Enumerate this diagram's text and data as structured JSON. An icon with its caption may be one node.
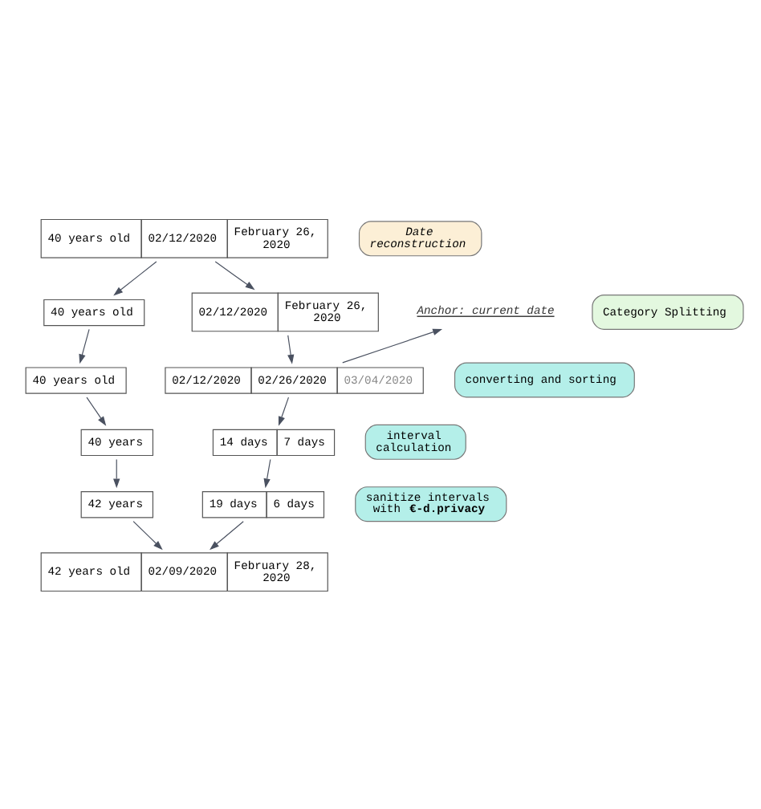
{
  "diagram": {
    "nodes": [
      {
        "text": [
          "40 years old",
          "02/12/2020",
          "February 26, 2020"
        ]
      },
      {
        "text": [
          "Category Splitting"
        ]
      },
      {
        "text": [
          "40 years old"
        ]
      },
      {
        "text": [
          "02/12/2020",
          "February 26, 2020"
        ]
      },
      {
        "text": [
          "converting and sorting"
        ]
      },
      {
        "text": [
          "Anchor: current date"
        ]
      },
      {
        "text": [
          "40 years old"
        ]
      },
      {
        "text": [
          "02/12/2020",
          "02/26/2020",
          "03/04/2020"
        ]
      },
      {
        "text": [
          "interval calculation"
        ]
      },
      {
        "text": [
          "40 years"
        ]
      },
      {
        "text": [
          "14 days",
          "7 days"
        ]
      },
      {
        "text": [
          "sanitize intervals with **€-d.privacy**"
        ]
      },
      {
        "text": [
          "42 years"
        ]
      },
      {
        "text": [
          "19 days",
          "6 days"
        ]
      },
      {
        "text": [
          "Date reconstruction"
        ]
      },
      {
        "text": [
          "42 years old",
          "02/09/2020",
          "February 28, 2020"
        ]
      }
    ],
    "edges": [
      {
        "from": 0,
        "to": 2,
        "arrow": "to"
      },
      {
        "from": 0,
        "to": 3,
        "arrow": "to"
      },
      {
        "from": 2,
        "to": 6,
        "arrow": "to"
      },
      {
        "from": 3,
        "to": 7,
        "arrow": "to"
      },
      {
        "from": 7,
        "to": 5,
        "arrow": "to"
      },
      {
        "from": 6,
        "to": 9,
        "arrow": "to"
      },
      {
        "from": 7,
        "to": 10,
        "arrow": "to"
      },
      {
        "from": 9,
        "to": 12,
        "arrow": "to"
      },
      {
        "from": 10,
        "to": 13,
        "arrow": "to"
      },
      {
        "from": 12,
        "to": 15,
        "arrow": "to"
      },
      {
        "from": 13,
        "to": 15,
        "arrow": "to"
      }
    ]
  }
}
